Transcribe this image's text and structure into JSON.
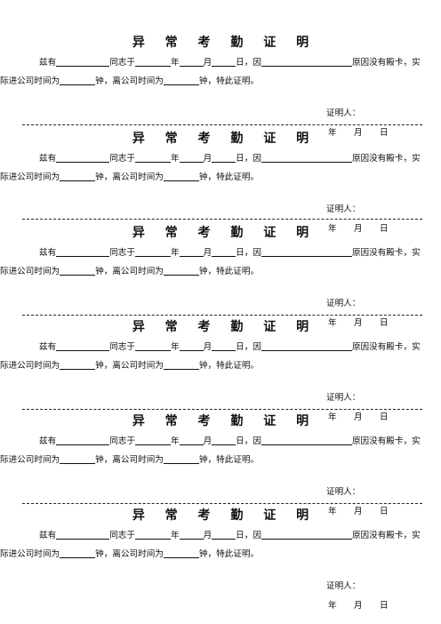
{
  "form": {
    "title": "异 常 考 勤 证 明",
    "t_zi_you": "兹有",
    "t_tongzhi_yu": "同志于",
    "t_nian": "年",
    "t_yue": "月",
    "t_ri_yin": "日，因",
    "t_reason_tail": "原因没有殿卡，实",
    "t_shiji": "际进公司时间为",
    "t_zhong_li": "钟，离公司时间为",
    "t_zhong_end": "钟，特此证明。",
    "t_signer": "证明人：",
    "d_nian": "年",
    "d_yue": "月",
    "d_ri": "日"
  }
}
